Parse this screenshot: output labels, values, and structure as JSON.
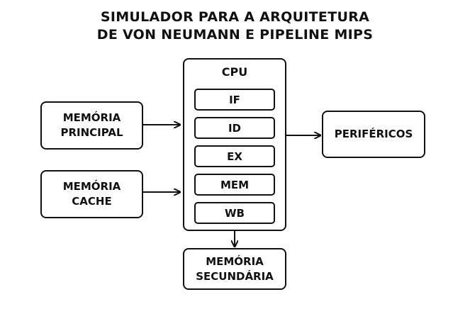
{
  "title": {
    "line1": "SIMULADOR PARA A ARQUITETURA",
    "line2": "DE VON NEUMANN E PIPELINE MIPS"
  },
  "cpu": {
    "label": "CPU",
    "stages": [
      "IF",
      "ID",
      "EX",
      "MEM",
      "WB"
    ]
  },
  "memoria_principal": {
    "line1": "MEMÓRIA",
    "line2": "PRINCIPAL"
  },
  "memoria_cache": {
    "line1": "MEMÓRIA",
    "line2": "CACHE"
  },
  "perifericos": {
    "label": "PERIFÉRICOS"
  },
  "memoria_secundaria": {
    "line1": "MEMÓRIA",
    "line2": "SECUNDÁRIA"
  },
  "colors": {
    "stroke": "#111111",
    "background": "#ffffff"
  }
}
